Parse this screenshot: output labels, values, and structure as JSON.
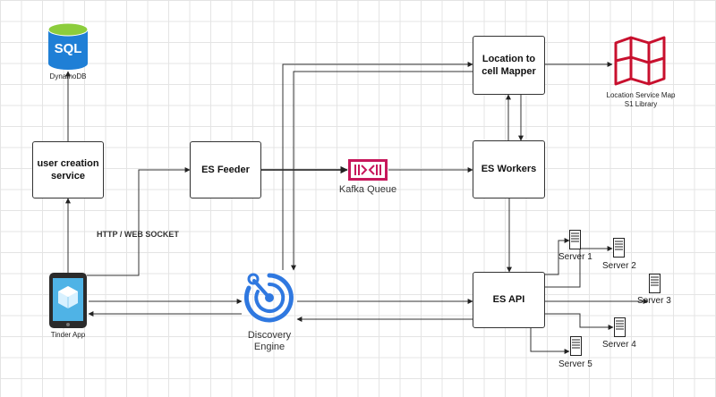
{
  "nodes": {
    "user_creation_service": "user creation\nservice",
    "es_feeder": "ES Feeder",
    "location_mapper": "Location to\ncell Mapper",
    "es_workers": "ES Workers",
    "es_api": "ES API"
  },
  "labels": {
    "dynamodb": "DynamoDB",
    "sql": "SQL",
    "tinder_app": "Tinder App",
    "discovery_engine": "Discovery\nEngine",
    "kafka_queue": "Kafka Queue",
    "location_service_map": "Location Service Map\nS1 Library",
    "http_websocket": "HTTP / WEB SOCKET",
    "server1": "Server 1",
    "server2": "Server 2",
    "server3": "Server 3",
    "server4": "Server 4",
    "server5": "Server 5"
  },
  "colors": {
    "sql_blue": "#1f7fd6",
    "kafka_pink": "#c7175b",
    "map_red": "#c8102e",
    "discovery_blue": "#2f78e0",
    "app_blue": "#4fb3e6"
  }
}
